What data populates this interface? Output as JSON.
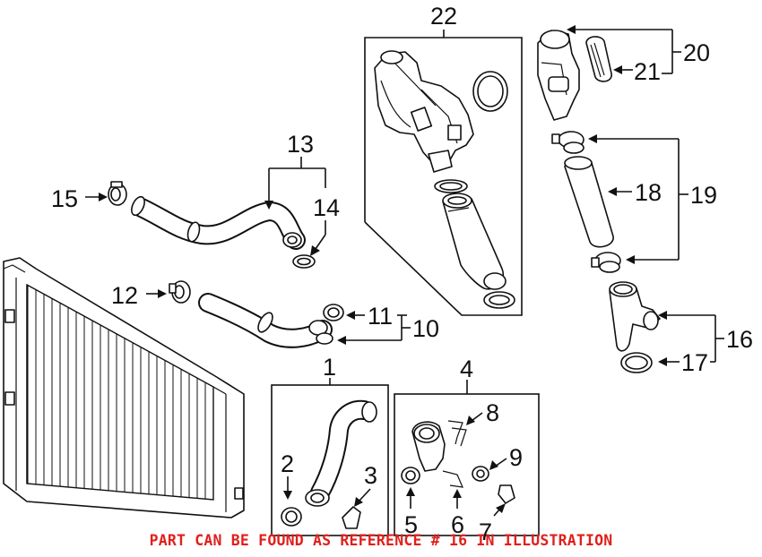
{
  "callouts": {
    "c1": "1",
    "c2": "2",
    "c3": "3",
    "c4": "4",
    "c5": "5",
    "c6": "6",
    "c7": "7",
    "c8": "8",
    "c9": "9",
    "c10": "10",
    "c11": "11",
    "c12": "12",
    "c13": "13",
    "c14": "14",
    "c15": "15",
    "c16": "16",
    "c17": "17",
    "c18": "18",
    "c19": "19",
    "c20": "20",
    "c21": "21",
    "c22": "22"
  },
  "note": {
    "text": "PART CAN BE FOUND AS REFERENCE # 16 IN ILLUSTRATION",
    "color": "#e0201c"
  }
}
